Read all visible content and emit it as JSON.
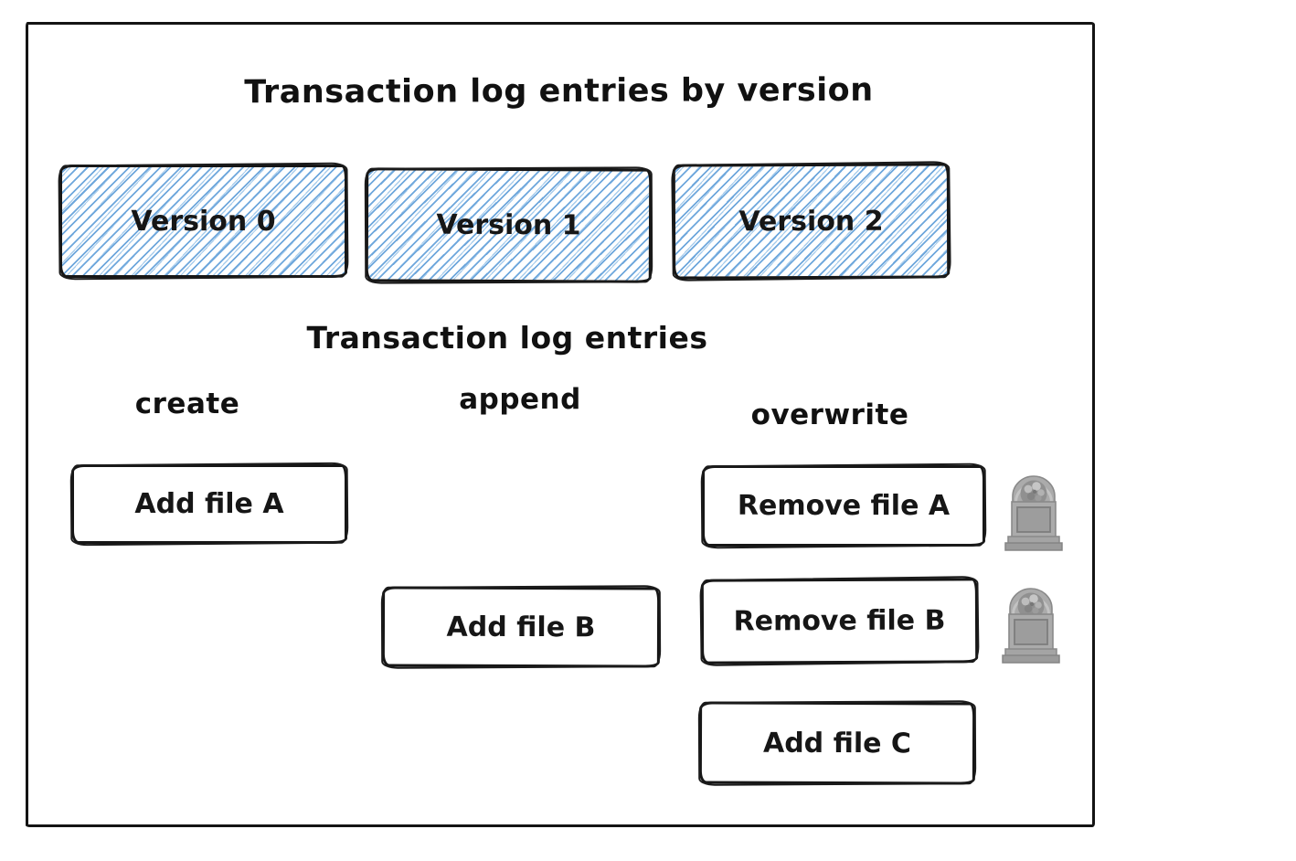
{
  "diagram": {
    "title": "Transaction log entries by version",
    "versions": [
      {
        "label": "Version 0"
      },
      {
        "label": "Version 1"
      },
      {
        "label": "Version 2"
      }
    ],
    "log_section": {
      "heading": "Transaction log entries",
      "columns": [
        {
          "label": "create"
        },
        {
          "label": "append"
        },
        {
          "label": "overwrite"
        }
      ]
    },
    "entries": [
      {
        "label": "Add file A",
        "column": "create",
        "row": 1,
        "tombstone": false
      },
      {
        "label": "Remove file A",
        "column": "overwrite",
        "row": 1,
        "tombstone": true
      },
      {
        "label": "Add file B",
        "column": "append",
        "row": 2,
        "tombstone": false
      },
      {
        "label": "Remove file B",
        "column": "overwrite",
        "row": 2,
        "tombstone": true
      },
      {
        "label": "Add file C",
        "column": "overwrite",
        "row": 3,
        "tombstone": false
      }
    ],
    "icons": {
      "tombstone": "tombstone-icon"
    },
    "colors": {
      "hatch_blue": "#6ea7dc",
      "hatch_blue_light": "#a9cdec",
      "stroke_black": "#161616",
      "tombstone_gray": "#a9a9a9",
      "background": "#ffffff"
    }
  }
}
